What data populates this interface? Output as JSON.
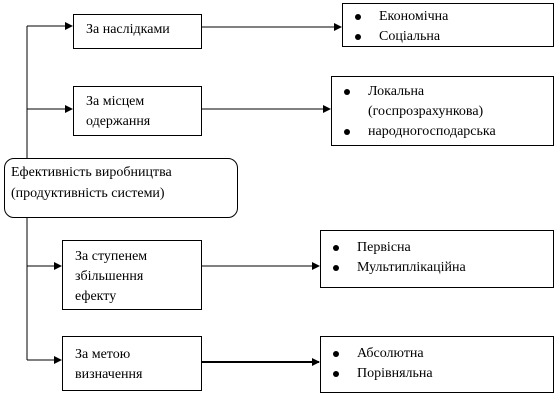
{
  "main": {
    "line1": "Ефективність виробництва",
    "line2": "(продуктивність системи)"
  },
  "categories": [
    {
      "lines": [
        "За наслідками"
      ],
      "results": [
        "Економічна",
        "Соціальна"
      ]
    },
    {
      "lines": [
        "За місцем",
        "одержання"
      ],
      "results": [
        "Локальна",
        "(госпрозрахункова)",
        "народногосподарська"
      ]
    },
    {
      "lines": [
        "За ступенем",
        "збільшення",
        "ефекту"
      ],
      "results": [
        "Первісна",
        "Мультиплікаційна"
      ]
    },
    {
      "lines": [
        "За метою",
        "визначення"
      ],
      "results": [
        "Абсолютна",
        "Порівняльна"
      ]
    }
  ]
}
